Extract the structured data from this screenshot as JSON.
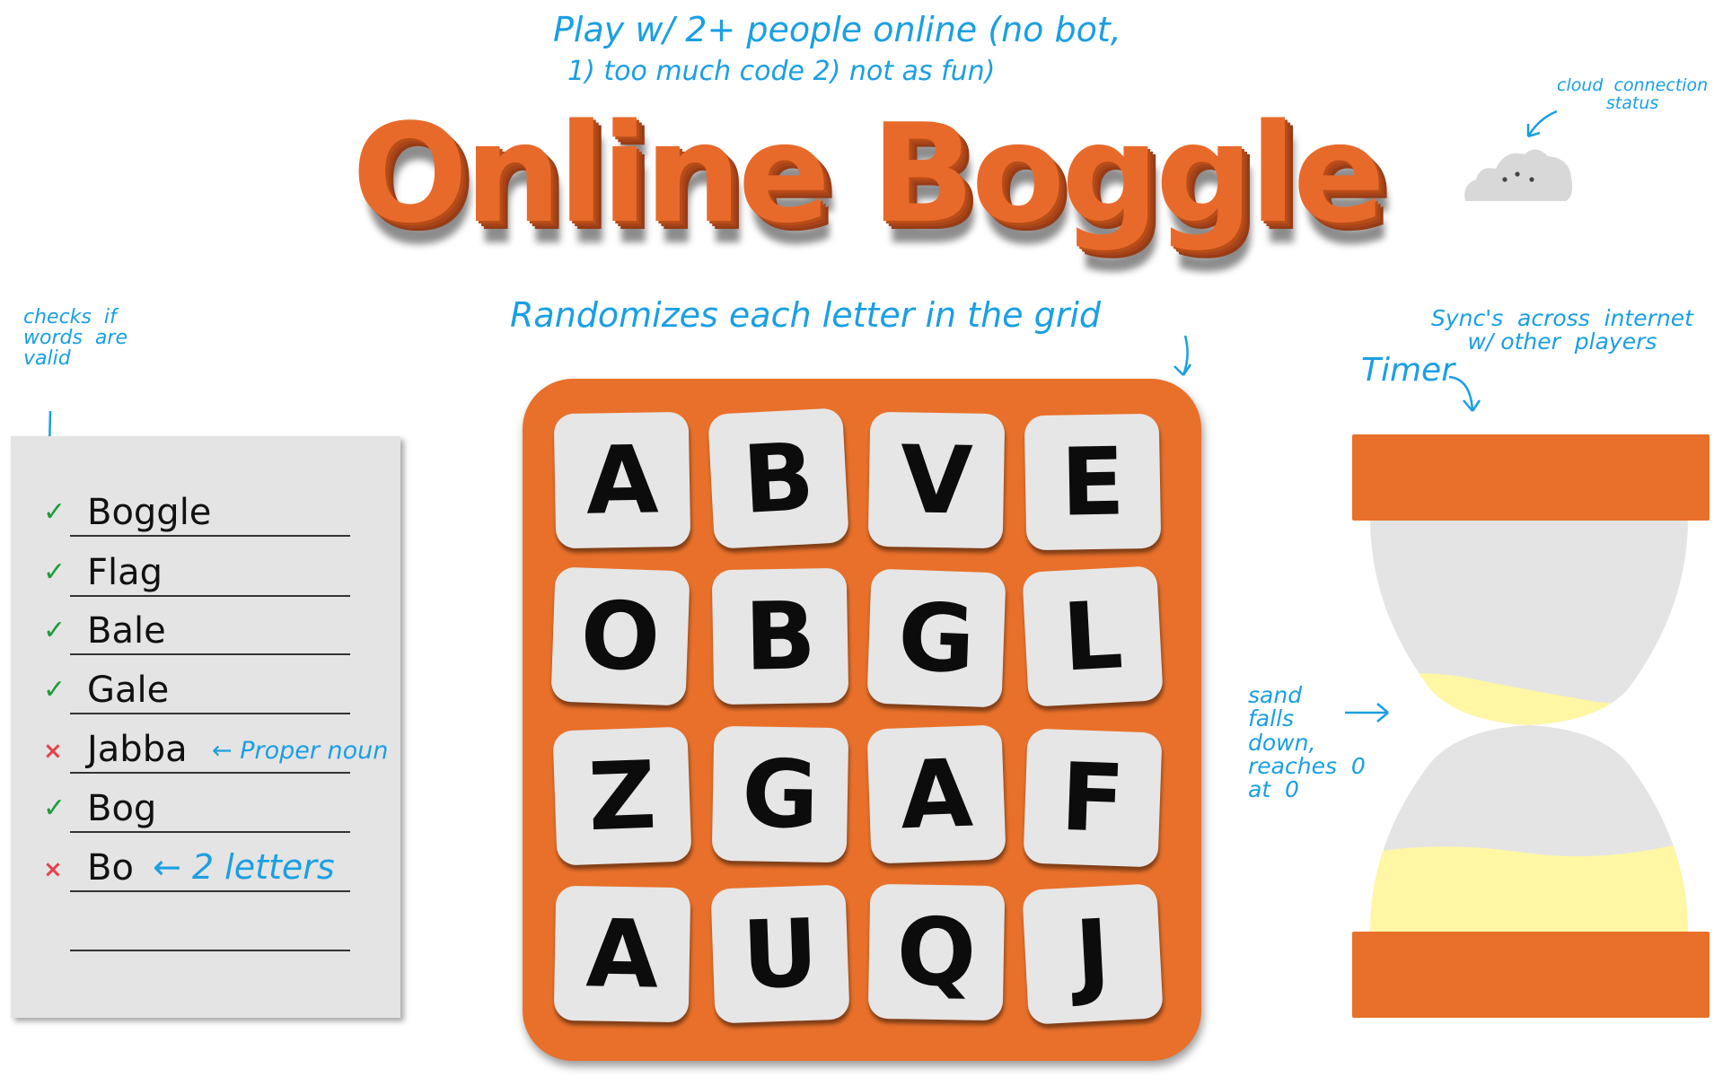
{
  "title": "Online Boggle",
  "notes": {
    "top_line1": "Play w/  2+  people  online  (no  bot,",
    "top_line2": "1) too  much  code  2) not  as  fun)",
    "cloud": "cloud  connection\nstatus",
    "randomizes": "Randomizes  each  letter  in  the  grid",
    "checks": "checks  if\nwords  are\nvalid",
    "syncs": "Sync's  across  internet\nw/ other  players",
    "timer": "Timer",
    "sand": "sand\nfalls\ndown,\nreaches  0\nat  0"
  },
  "word_list": [
    {
      "word": "Boggle",
      "status": "valid"
    },
    {
      "word": "Flag",
      "status": "valid"
    },
    {
      "word": "Bale",
      "status": "valid"
    },
    {
      "word": "Gale",
      "status": "valid"
    },
    {
      "word": "Jabba",
      "status": "invalid",
      "note": "← Proper noun"
    },
    {
      "word": "Bog",
      "status": "valid"
    },
    {
      "word": "Bo",
      "status": "invalid",
      "note": "← 2 letters"
    },
    {
      "word": "",
      "status": ""
    }
  ],
  "marks": {
    "valid": "✓",
    "invalid": "×"
  },
  "grid": [
    [
      "A",
      "B",
      "V",
      "E"
    ],
    [
      "O",
      "B",
      "G",
      "L"
    ],
    [
      "Z",
      "G",
      "A",
      "F"
    ],
    [
      "A",
      "U",
      "Q",
      "J"
    ]
  ],
  "colors": {
    "accent_orange": "#e8702a",
    "annotation_blue": "#1a9fe3",
    "tile_gray": "#e6e6e6",
    "sand_yellow": "#fff7a3",
    "valid_green": "#1e9c3a",
    "invalid_red": "#e8404a",
    "cloud_gray": "#d8d8d8"
  },
  "icons": {
    "cloud": "cloud-icon",
    "timer": "hourglass-icon"
  }
}
